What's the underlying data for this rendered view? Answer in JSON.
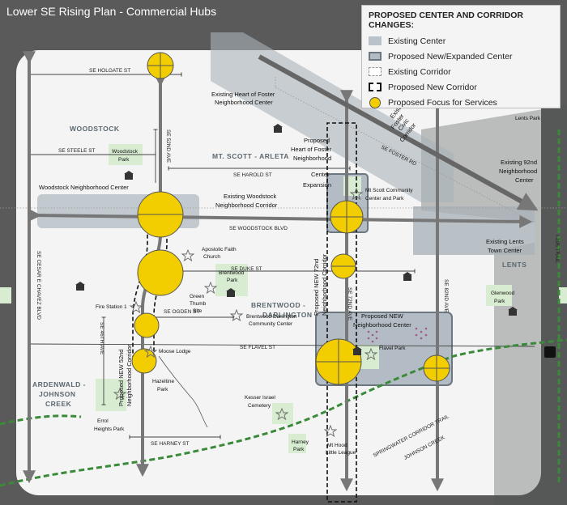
{
  "title": "Lower SE Rising Plan - Commercial Hubs",
  "legend": {
    "heading": "PROPOSED CENTER AND CORRIDOR CHANGES:",
    "items": [
      {
        "label": "Existing Center"
      },
      {
        "label": "Proposed New/Expanded Center"
      },
      {
        "label": "Existing Corridor"
      },
      {
        "label": "Proposed New Corridor"
      },
      {
        "label": "Proposed Focus for Services"
      }
    ]
  },
  "colors": {
    "focus": "#f2cd00",
    "center": "#b9c2c9",
    "center_border": "#6c7780",
    "corridor_arrow": "#777777",
    "trail": "#3a8a3a",
    "park": "#d7ecd0",
    "map_bg": "#f3f4f3"
  },
  "streets": {
    "holgate": "SE HOLGATE ST",
    "steele": "SE STEELE ST",
    "harold": "SE HAROLD ST",
    "woodstock_blvd": "SE WOODSTOCK BLVD",
    "duke": "SE DUKE ST",
    "ogden": "SE OGDEN ST",
    "flavel": "SE FLAVEL ST",
    "harney": "SE HARNEY ST",
    "foster": "SE FOSTER RD",
    "ave52": "SE 52ND AVE",
    "ave72": "SE 72ND AVE",
    "ave82": "SE 82ND AVE",
    "ave46": "SE 46TH AVE",
    "chavez": "SE CESAR E CHAVEZ BLVD",
    "i205": "I-205 TRAIL",
    "springwater": "SPRINGWATER CORRIDOR TRAIL",
    "johnson_creek": "JOHNSON CREEK"
  },
  "neighborhoods": {
    "woodstock": "WOODSTOCK",
    "mt_scott": "MT. SCOTT - ARLETA",
    "brentwood_1": "BRENTWOOD -",
    "brentwood_2": "DARLINGTON",
    "lents": "LENTS",
    "ardenwald_1": "ARDENWALD -",
    "ardenwald_2": "JOHNSON",
    "ardenwald_3": "CREEK"
  },
  "annotations": {
    "heart_foster_1": "Existing Heart of Foster",
    "heart_foster_2": "Neighborhood Center",
    "prop_heart_1": "Proposed",
    "prop_heart_2": "Heart of Foster",
    "prop_heart_3": "Neighborhood",
    "prop_heart_4": "Center",
    "prop_heart_5": "Expansion",
    "foster_civic_1": "Existing",
    "foster_civic_2": "Foster",
    "foster_civic_3": "Civic",
    "foster_civic_4": "Corridor",
    "woodstock_nc": "Woodstock Neighborhood Center",
    "woodstock_cor_1": "Existing Woodstock",
    "woodstock_cor_2": "Neighborhood Corridor",
    "ex92_1": "Existing 92nd",
    "ex92_2": "Neighborhood",
    "ex92_3": "Center",
    "lents_tc_1": "Existing Lents",
    "lents_tc_2": "Town Center",
    "new72_1": "Proposed NEW 72nd",
    "new72_2": "Neighborhood Corridor",
    "newnc_1": "Proposed NEW",
    "newnc_2": "Neighborhood Center",
    "new52_1": "Proposed NEW 52nd",
    "new52_2": "Neighborhood Corridor"
  },
  "places": {
    "woodstock_park_1": "Woodstock",
    "woodstock_park_2": "Park",
    "apostolic_1": "Apostolic Faith",
    "apostolic_2": "Church",
    "mt_scott_cc_1": "Mt Scott Community",
    "mt_scott_cc_2": "Center and Park",
    "green_thumb_1": "Green",
    "green_thumb_2": "Thumb",
    "green_thumb_3": "Site",
    "brentwood_park_1": "Brentwood",
    "brentwood_park_2": "Park",
    "fire_station": "Fire Station 1",
    "moose_lodge": "Moose Lodge",
    "brentwood_cc_1": "Brentwood Darlington",
    "brentwood_cc_2": "Community Center",
    "flavel_park": "Flavel Park",
    "hazeltine_1": "Hazeltine",
    "hazeltine_2": "Park",
    "kesser_1": "Kesser Israel",
    "kesser_2": "Cemetery",
    "errol_1": "Errol",
    "errol_2": "Heights Park",
    "harney_park_1": "Harney",
    "harney_park_2": "Park",
    "mt_hood_1": "Mt Hood",
    "mt_hood_2": "Little League",
    "glenwood_1": "Glenwood",
    "glenwood_2": "Park",
    "lents_park_1": "Lents Park"
  }
}
